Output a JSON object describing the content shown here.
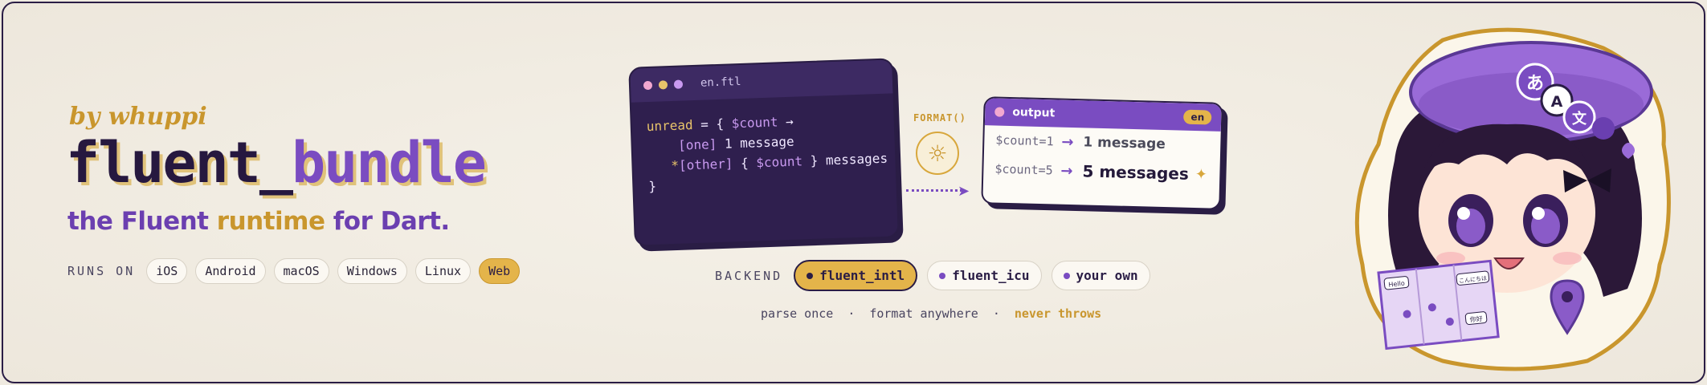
{
  "header": {
    "byline": "by whuppi",
    "title_part1": "fluent_",
    "title_part2": "bundle",
    "tagline_pre": "the Fluent ",
    "tagline_hl": "runtime",
    "tagline_post": " for Dart."
  },
  "runs_on": {
    "label": "RUNS ON",
    "platforms": [
      "iOS",
      "Android",
      "macOS",
      "Windows",
      "Linux",
      "Web"
    ],
    "active": "Web"
  },
  "code_window": {
    "filename": "en.ftl",
    "dot_colors": [
      "#f2a8d0",
      "#e8c36a",
      "#c99af0"
    ],
    "line1_key": "unread",
    "line1_eq": " = { ",
    "line1_var": "$count",
    "line1_arrow": " →",
    "line2_sel": "[one]",
    "line2_text": " 1 message",
    "line3_star": "*",
    "line3_sel": "[other]",
    "line3_open": " { ",
    "line3_var": "$count",
    "line3_close": " } ",
    "line3_text": "messages",
    "line4": "}"
  },
  "format": {
    "label": "FORMAT()",
    "icon": "sun-icon"
  },
  "output": {
    "title": "output",
    "locale": "en",
    "rows": [
      {
        "var": "$count=1",
        "arrow": "→",
        "value": "1 message"
      },
      {
        "var": "$count=5",
        "arrow": "→",
        "value": "5 messages",
        "star": "✦"
      }
    ]
  },
  "backend": {
    "label": "BACKEND",
    "options": [
      "fluent_intl",
      "fluent_icu",
      "your own"
    ],
    "active": "fluent_intl"
  },
  "footer": {
    "part1": "parse once",
    "sep": "·",
    "part2": "format anywhere",
    "part3": "never throws"
  },
  "illustration": {
    "badge_glyphs": [
      "あ",
      "A",
      "文"
    ],
    "map_labels": [
      "Hello",
      "こんにちは",
      "你好"
    ]
  },
  "colors": {
    "accent_purple": "#7a4cc1",
    "accent_gold": "#e4b44a",
    "ink": "#2a1d45"
  }
}
